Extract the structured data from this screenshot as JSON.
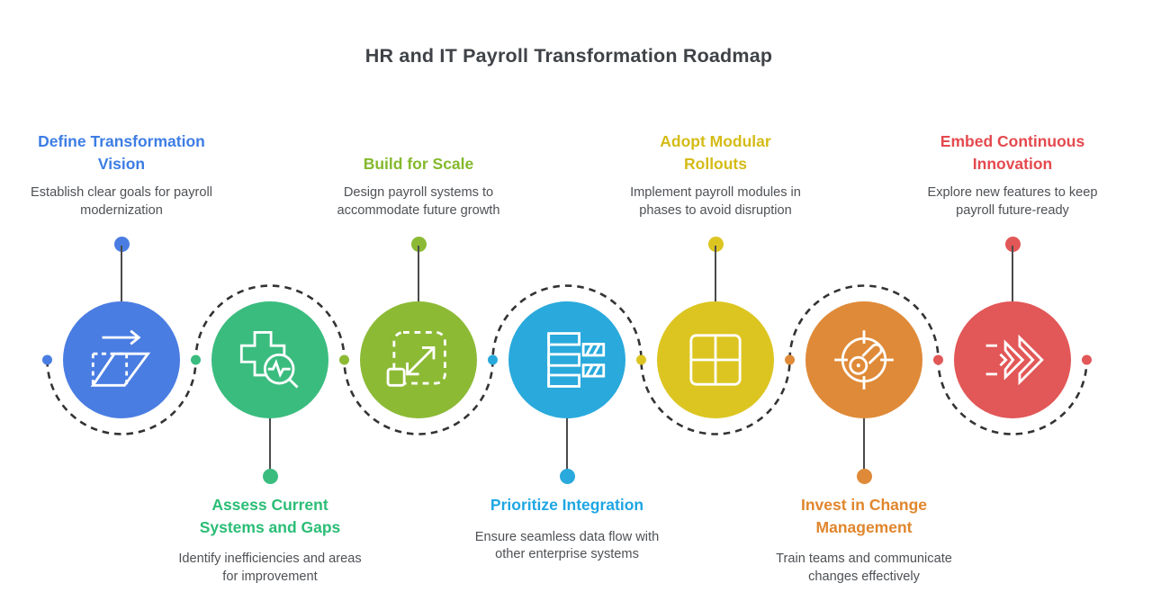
{
  "title": "HR and IT Payroll Transformation Roadmap",
  "items": [
    {
      "step": 1,
      "position": "top",
      "title": "Define Transformation\nVision",
      "description": "Establish clear goals for payroll\nmodernization",
      "color": "#4a7de2",
      "title_color": "#3d7de4",
      "icon": "transform-icon"
    },
    {
      "step": 2,
      "position": "bottom",
      "title": "Assess Current\nSystems and Gaps",
      "description": "Identify inefficiencies and areas\nfor improvement",
      "color": "#3abc7f",
      "title_color": "#2bbd76",
      "icon": "assess-magnifier-icon"
    },
    {
      "step": 3,
      "position": "top",
      "title": "Build for Scale",
      "description": "Design payroll systems to\naccommodate future growth",
      "color": "#8cba35",
      "title_color": "#84b92c",
      "icon": "scale-resize-icon"
    },
    {
      "step": 4,
      "position": "bottom",
      "title": "Prioritize Integration",
      "description": "Ensure seamless data flow with\nother enterprise systems",
      "color": "#29a9dc",
      "title_color": "#1ea6e3",
      "icon": "integration-bars-icon"
    },
    {
      "step": 5,
      "position": "top",
      "title": "Adopt Modular\nRollouts",
      "description": "Implement payroll modules in\nphases to avoid disruption",
      "color": "#dcc521",
      "title_color": "#d5bb16",
      "icon": "modular-grid-icon"
    },
    {
      "step": 6,
      "position": "bottom",
      "title": "Invest in Change\nManagement",
      "description": "Train teams and communicate\nchanges effectively",
      "color": "#df8a38",
      "title_color": "#e0862c",
      "icon": "gauge-target-icon"
    },
    {
      "step": 7,
      "position": "top",
      "title": "Embed Continuous\nInnovation",
      "description": "Explore new features to keep\npayroll future-ready",
      "color": "#e25757",
      "title_color": "#e4494e",
      "icon": "fast-forward-icon"
    }
  ],
  "connector": {
    "style": "dashed-serpentine",
    "color": "#333333",
    "junction_dot_colors": [
      "#4a7de2",
      "#3abc7f",
      "#8cba35",
      "#29a9dc",
      "#dcc521",
      "#df8a38",
      "#e25757",
      "#e25757"
    ]
  },
  "text_colors": {
    "main_title": "#3f4347",
    "description": "#4e5155",
    "stem": "#4b4b4b"
  }
}
